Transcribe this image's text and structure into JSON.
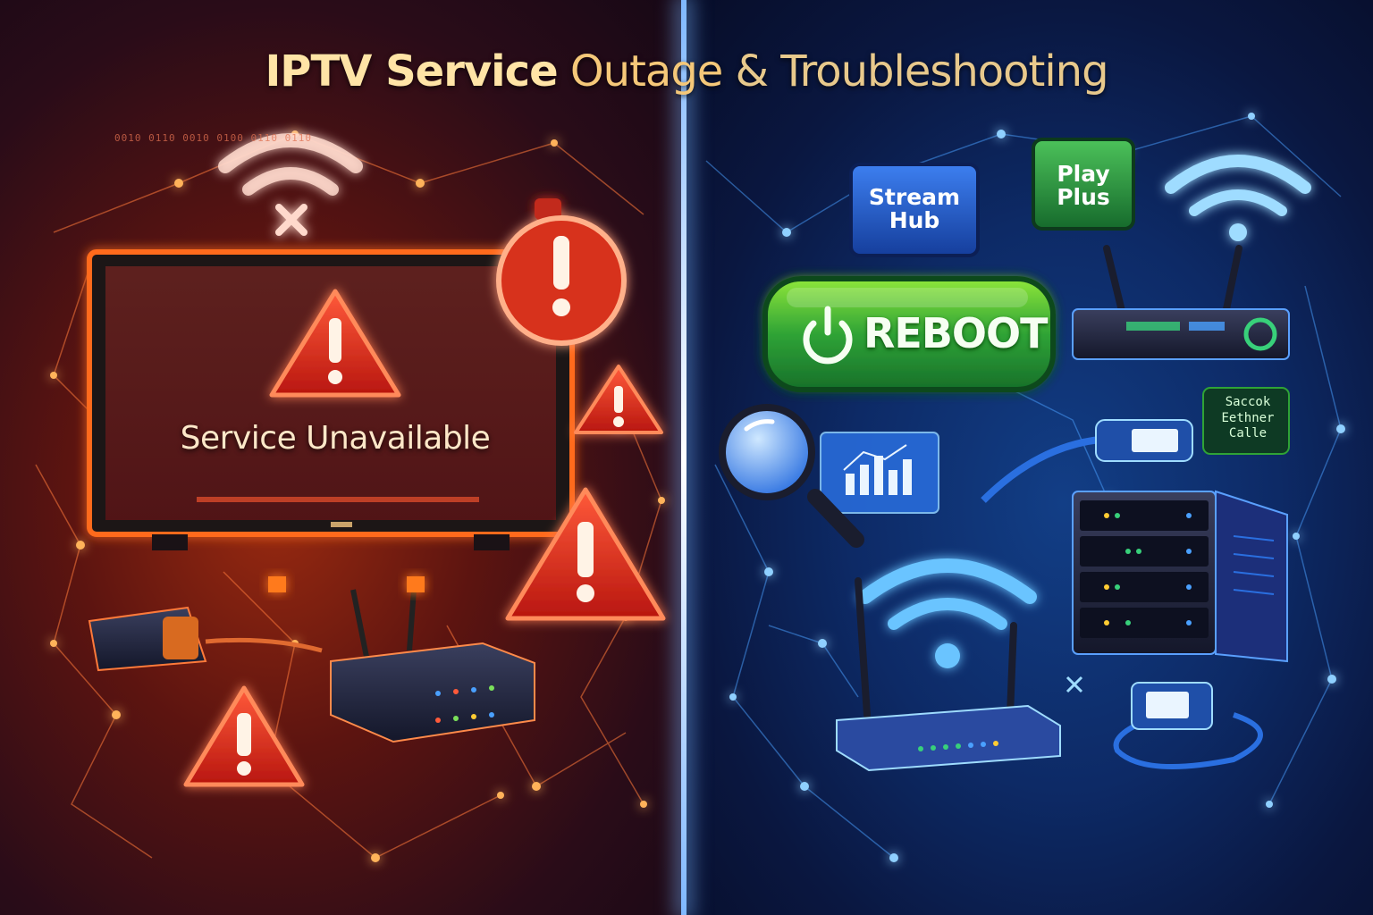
{
  "title": {
    "part1": "IPTV Service",
    "part2": " Outage",
    "part3": " & Troubleshooting"
  },
  "left_panel": {
    "tv_message": "Service Unavailable",
    "binary_strip": "0010 0110 0010 0100 0110 0110"
  },
  "right_panel": {
    "app_tile_1": {
      "line1": "Stream",
      "line2": "Hub"
    },
    "app_tile_2": {
      "line1": "Play",
      "line2": "Plus"
    },
    "reboot_button": "REBOOT",
    "cable_label": {
      "line1": "Saccok",
      "line2": "Eethner",
      "line3": "Calle"
    }
  },
  "colors": {
    "outage_red": "#d7301c",
    "warning_orange": "#ff6a1a",
    "reboot_green": "#2fa336",
    "network_blue": "#2a6fe0",
    "title_gold": "#f5c879"
  },
  "icons": [
    "wifi-off-icon",
    "warning-icon",
    "alert-circle-icon",
    "router-icon",
    "power-icon",
    "magnifier-icon",
    "bar-chart-icon",
    "wifi-icon",
    "server-icon",
    "ethernet-cable-icon"
  ]
}
